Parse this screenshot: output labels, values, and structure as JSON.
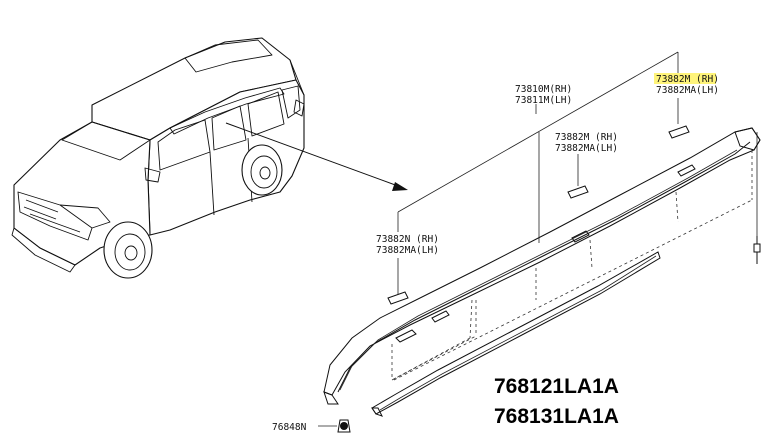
{
  "labels": {
    "rail_part": [
      "73810M(RH)",
      "73811M(LH)"
    ],
    "clip_top": [
      "73882M (RH)",
      "73882MA(LH)"
    ],
    "clip_mid": [
      "73882M (RH)",
      "73882MA(LH)"
    ],
    "clip_left": [
      "73882N (RH)",
      "73882MA(LH)"
    ],
    "bolt": "76848N",
    "part_numbers": [
      "768121LA1A",
      "768131LA1A"
    ]
  },
  "colors": {
    "line": "#111111",
    "highlight": "#fff47a"
  }
}
